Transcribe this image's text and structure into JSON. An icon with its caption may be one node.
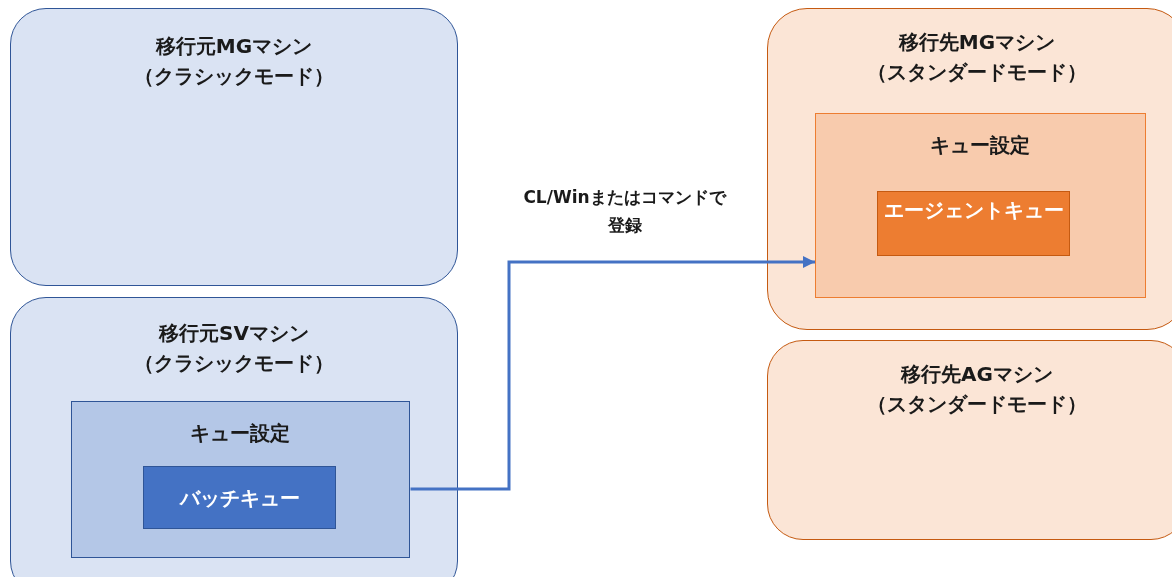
{
  "diagram": {
    "nodes": [
      {
        "text": [
          "移行元MGマシン（クラシックモード）"
        ]
      },
      {
        "text": [
          "移行元SVマシン（クラシックモード）"
        ]
      },
      {
        "text": [
          "キュー設定"
        ],
        "in": 1
      },
      {
        "text": [
          "バッチキュー"
        ],
        "in": 2
      },
      {
        "text": [
          "移行先MGマシン（スタンダードモード）"
        ]
      },
      {
        "text": [
          "キュー設定"
        ],
        "in": 4
      },
      {
        "text": [
          "エージェントキュー"
        ],
        "in": 5
      },
      {
        "text": [
          "移行先AGマシン（スタンダードモード）"
        ]
      }
    ],
    "edges": [
      {
        "from": 2,
        "to": 5,
        "arrow": "to",
        "label": "CL/Winまたはコマンドで登録"
      }
    ]
  }
}
